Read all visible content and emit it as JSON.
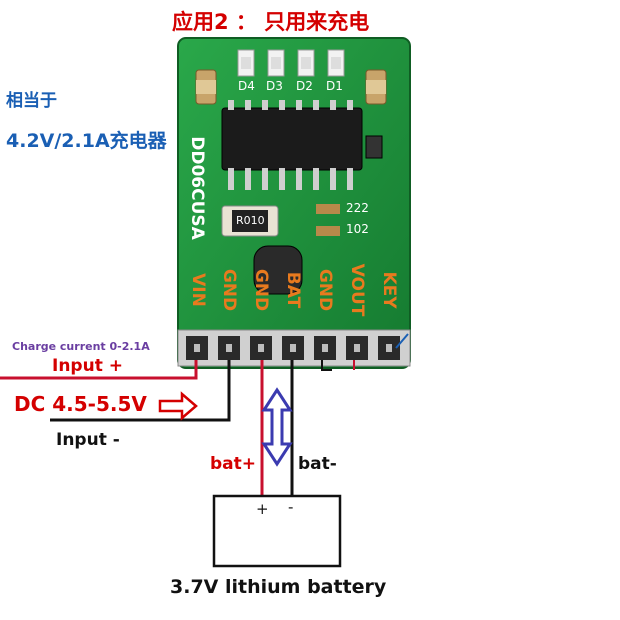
{
  "title": "应用2 ： 只用来充电",
  "side_note_line1": "相当于",
  "side_note_line2": "4.2V/2.1A充电器",
  "board": {
    "model_text": "DD06CUSA",
    "led_labels": [
      "D4",
      "D3",
      "D2",
      "D1"
    ],
    "resistor_text": "R010",
    "cap_label_1": "222",
    "cap_label_2": "102",
    "pin_labels": [
      "VIN",
      "GND",
      "GND",
      "BAT",
      "GND",
      "VOUT",
      "KEY"
    ]
  },
  "charge_current": "Charge current 0-2.1A",
  "input_plus": "Input +",
  "dc_range": "DC 4.5-5.5V",
  "input_minus": "Input -",
  "bat_plus": "bat+",
  "bat_minus": "bat-",
  "battery_plus_sign": "+",
  "battery_minus_sign": "-",
  "battery_label": "3.7V lithium battery",
  "colors": {
    "board_green": "#1f8a3a",
    "label_orange": "#e87a1e",
    "wire_red": "#c8102e",
    "arrow_blue": "#3b3bb0"
  }
}
